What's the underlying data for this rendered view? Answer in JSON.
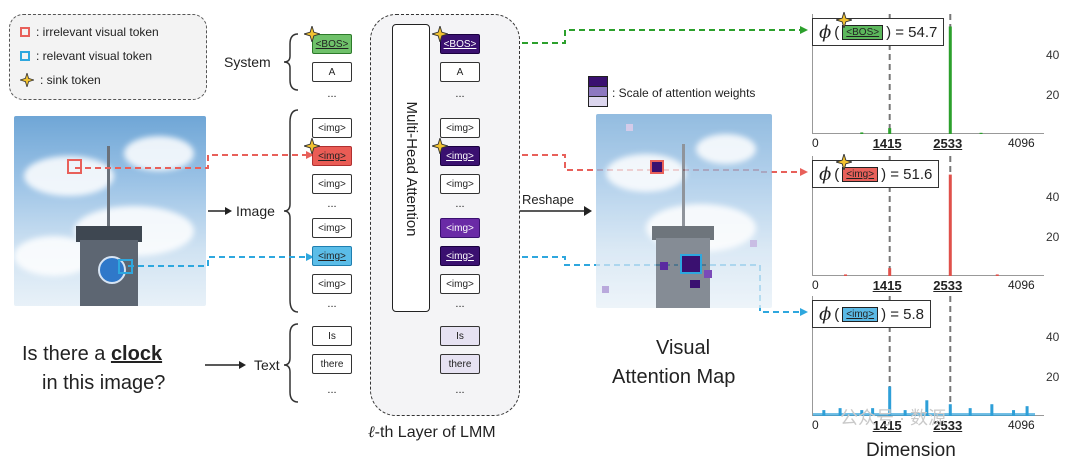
{
  "legend": {
    "irrelevant": ": irrelevant visual token",
    "relevant": ": relevant visual token",
    "sink": ": sink token"
  },
  "labels": {
    "system": "System",
    "image": "Image",
    "text": "Text",
    "reshape": "Reshape",
    "mha": "Multi-Head Attention",
    "layer_prefix": "ℓ",
    "layer_suffix": "-th Layer of LMM",
    "scale_legend": ": Scale of attention weights",
    "vam_line1": "Visual",
    "vam_line2": "Attention Map",
    "dimension": "Dimension",
    "watermark": "公众号 · 数源"
  },
  "question": {
    "pre": "Is there a ",
    "word": "clock",
    "post": "in this image?"
  },
  "tokens": {
    "bos": "<BOS>",
    "a": "A",
    "img": "<img>",
    "is": "Is",
    "there": "there",
    "dots": "..."
  },
  "plots": [
    {
      "chip": "<BOS>",
      "value": "= 54.7",
      "chip_color": "#5cb85c",
      "bar_color": "#2ca02c"
    },
    {
      "chip": "<img>",
      "value": "= 51.6",
      "chip_color": "#e8605a",
      "bar_color": "#e0504a"
    },
    {
      "chip": "<img>",
      "value": "= 5.8",
      "chip_color": "#5bb9e5",
      "bar_color": "#2e9fd8"
    }
  ],
  "axes": {
    "x_ticks": [
      "0",
      "1415",
      "2533",
      "4096"
    ],
    "y_ticks": [
      "40",
      "20"
    ]
  },
  "colors": {
    "green": "#2ca02c",
    "red": "#e0504a",
    "blue": "#2e9fd8",
    "purple": "#3a1070"
  }
}
